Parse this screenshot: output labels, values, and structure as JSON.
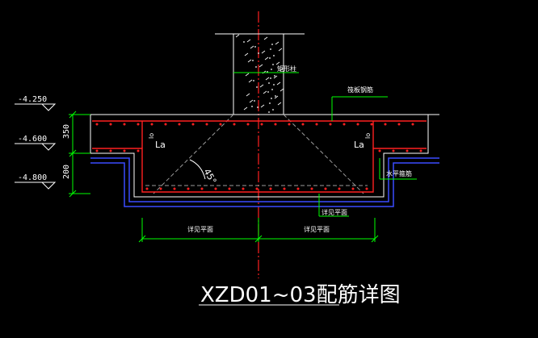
{
  "title": "XZD01~03配筋详图",
  "labels": {
    "column": "矩形柱",
    "column_rebar": "筏板钢筋",
    "horizontal_rebar": "水平箍筋",
    "see_plan_inner": "详见平面",
    "see_plan_left": "详见平面",
    "see_plan_right": "详见平面",
    "lo_left": "La",
    "lo_right": "La",
    "lo_left_small": "lo",
    "lo_right_small": "lo",
    "angle": "45°"
  },
  "elevations": [
    "-4.250",
    "-4.600",
    "-4.800"
  ],
  "dimensions": [
    "350",
    "200"
  ],
  "colors": {
    "background": "#000000",
    "white": "#ffffff",
    "red": "#ff2020",
    "blue": "#3a4cff",
    "green": "#00ff00",
    "gray": "#9a9a9a"
  }
}
